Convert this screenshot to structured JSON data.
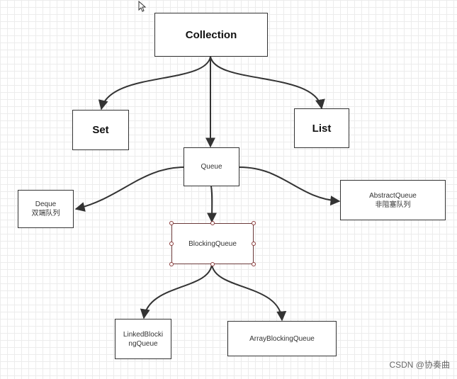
{
  "nodes": {
    "collection": "Collection",
    "set": "Set",
    "list": "List",
    "queue": "Queue",
    "deque": {
      "line1": "Deque",
      "line2": "双端队列"
    },
    "abstract_queue": {
      "line1": "AbstractQueue",
      "line2": "非阻塞队列"
    },
    "blocking_queue": "BlockingQueue",
    "linked_blocking": {
      "line1": "LinkedBlocki",
      "line2": "ngQueue"
    },
    "array_blocking": "ArrayBlockingQueue"
  },
  "watermark": "CSDN @协奏曲",
  "colors": {
    "stroke": "#333333",
    "grid": "#ececec",
    "selection": "#8a3b3b"
  }
}
